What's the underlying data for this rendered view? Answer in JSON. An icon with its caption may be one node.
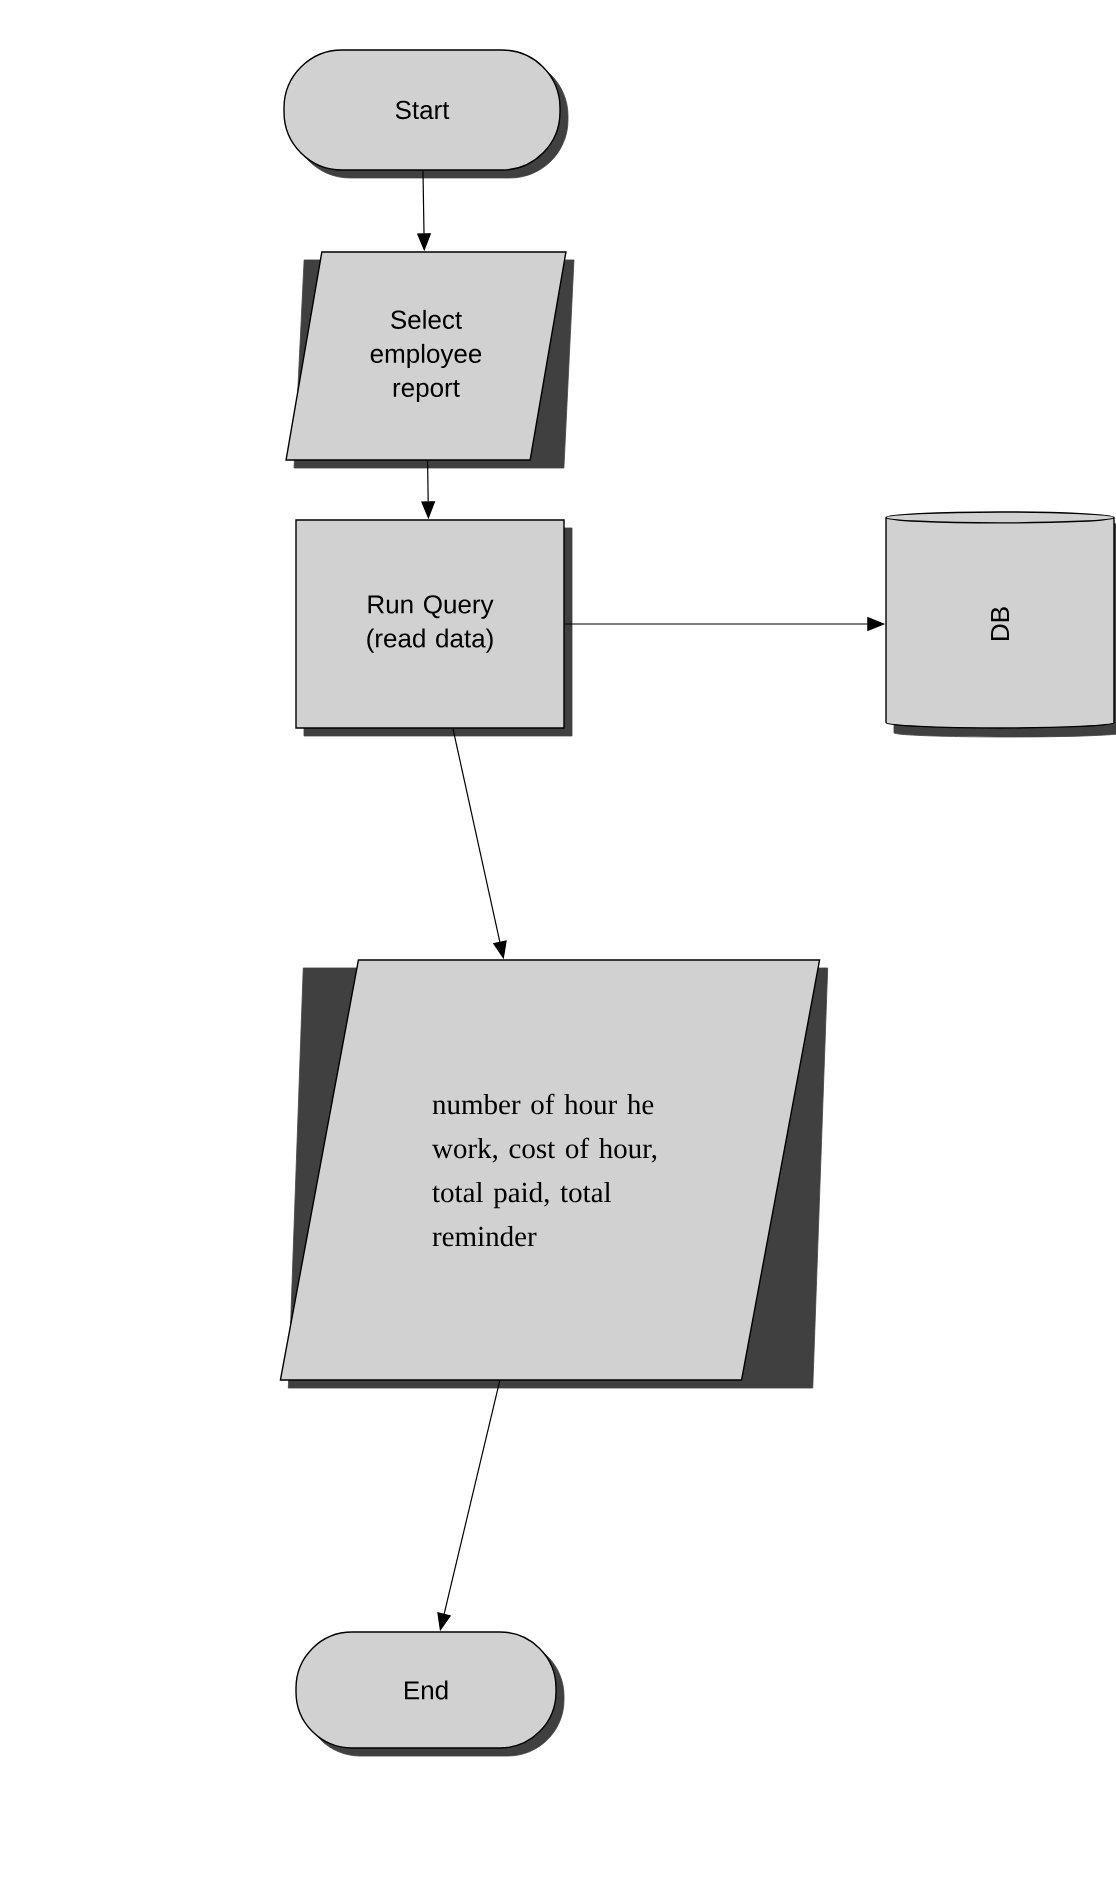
{
  "diagram": {
    "nodes": [
      {
        "text": [
          "Start"
        ]
      },
      {
        "text": [
          "Select employee report"
        ]
      },
      {
        "text": [
          "Run Query (read data)"
        ]
      },
      {
        "text": [
          "DB"
        ]
      },
      {
        "text": [
          "number of hour he work, cost of hour, total paid, total reminder"
        ]
      },
      {
        "text": [
          "End"
        ]
      }
    ],
    "edges": [
      {
        "from": 0,
        "to": 1,
        "arrow": "to"
      },
      {
        "from": 1,
        "to": 2,
        "arrow": "to"
      },
      {
        "from": 2,
        "to": 3,
        "arrow": "to"
      },
      {
        "from": 2,
        "to": 4,
        "arrow": "to"
      },
      {
        "from": 4,
        "to": 5,
        "arrow": "to"
      }
    ]
  }
}
